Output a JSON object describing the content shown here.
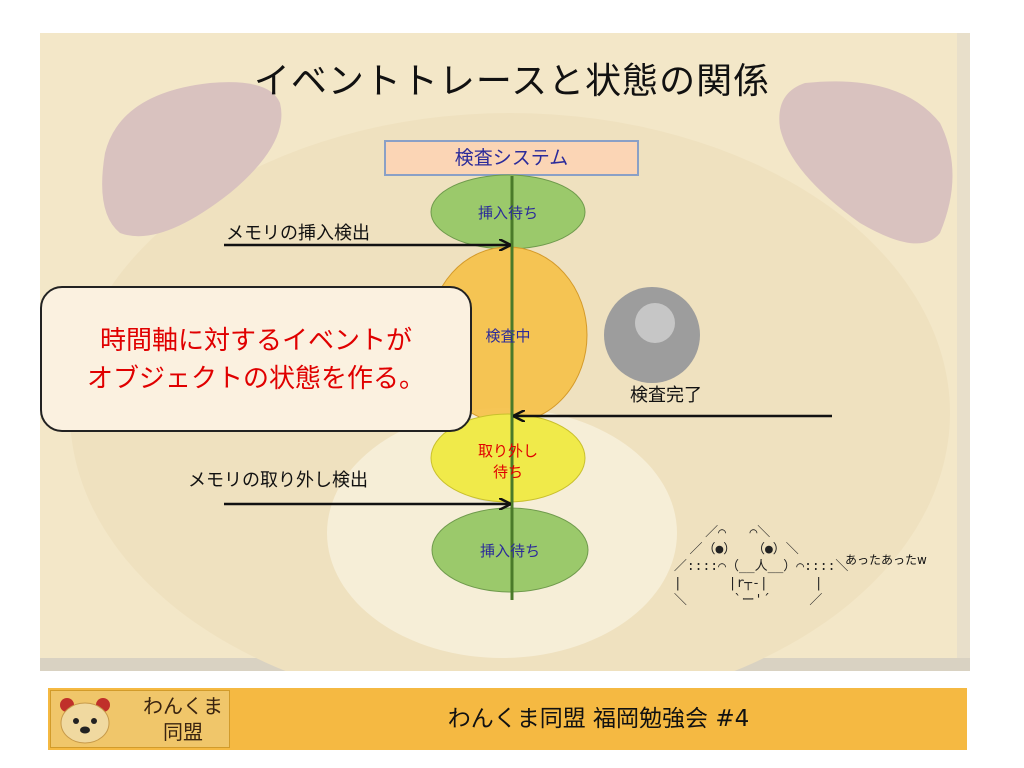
{
  "title": "イベントトレースと状態の関係",
  "system_label": "検査システム",
  "states": {
    "wait_insert_top": "挿入待ち",
    "inspecting": "検査中",
    "wait_remove_line1": "取り外し",
    "wait_remove_line2": "待ち",
    "wait_insert_bottom": "挿入待ち"
  },
  "events": {
    "memory_insert_detected": "メモリの挿入検出",
    "inspection_complete": "検査完了",
    "memory_remove_detected": "メモリの取り外し検出"
  },
  "callout": {
    "line1": "時間軸に対するイベントが",
    "line2": "オブジェクトの状態を作る。"
  },
  "ascii_caption": "あったあったw",
  "footer": {
    "logo_line1": "わんくま",
    "logo_line2": "同盟",
    "text": "わんくま同盟 福岡勉強会 #4"
  },
  "colors": {
    "background": "#f3e7c8",
    "green_state": "#9bc96b",
    "orange_state": "#f5c14a",
    "yellow_state": "#f0ea4a",
    "callout_text": "#e00000",
    "footer_bar": "#f5b942"
  }
}
